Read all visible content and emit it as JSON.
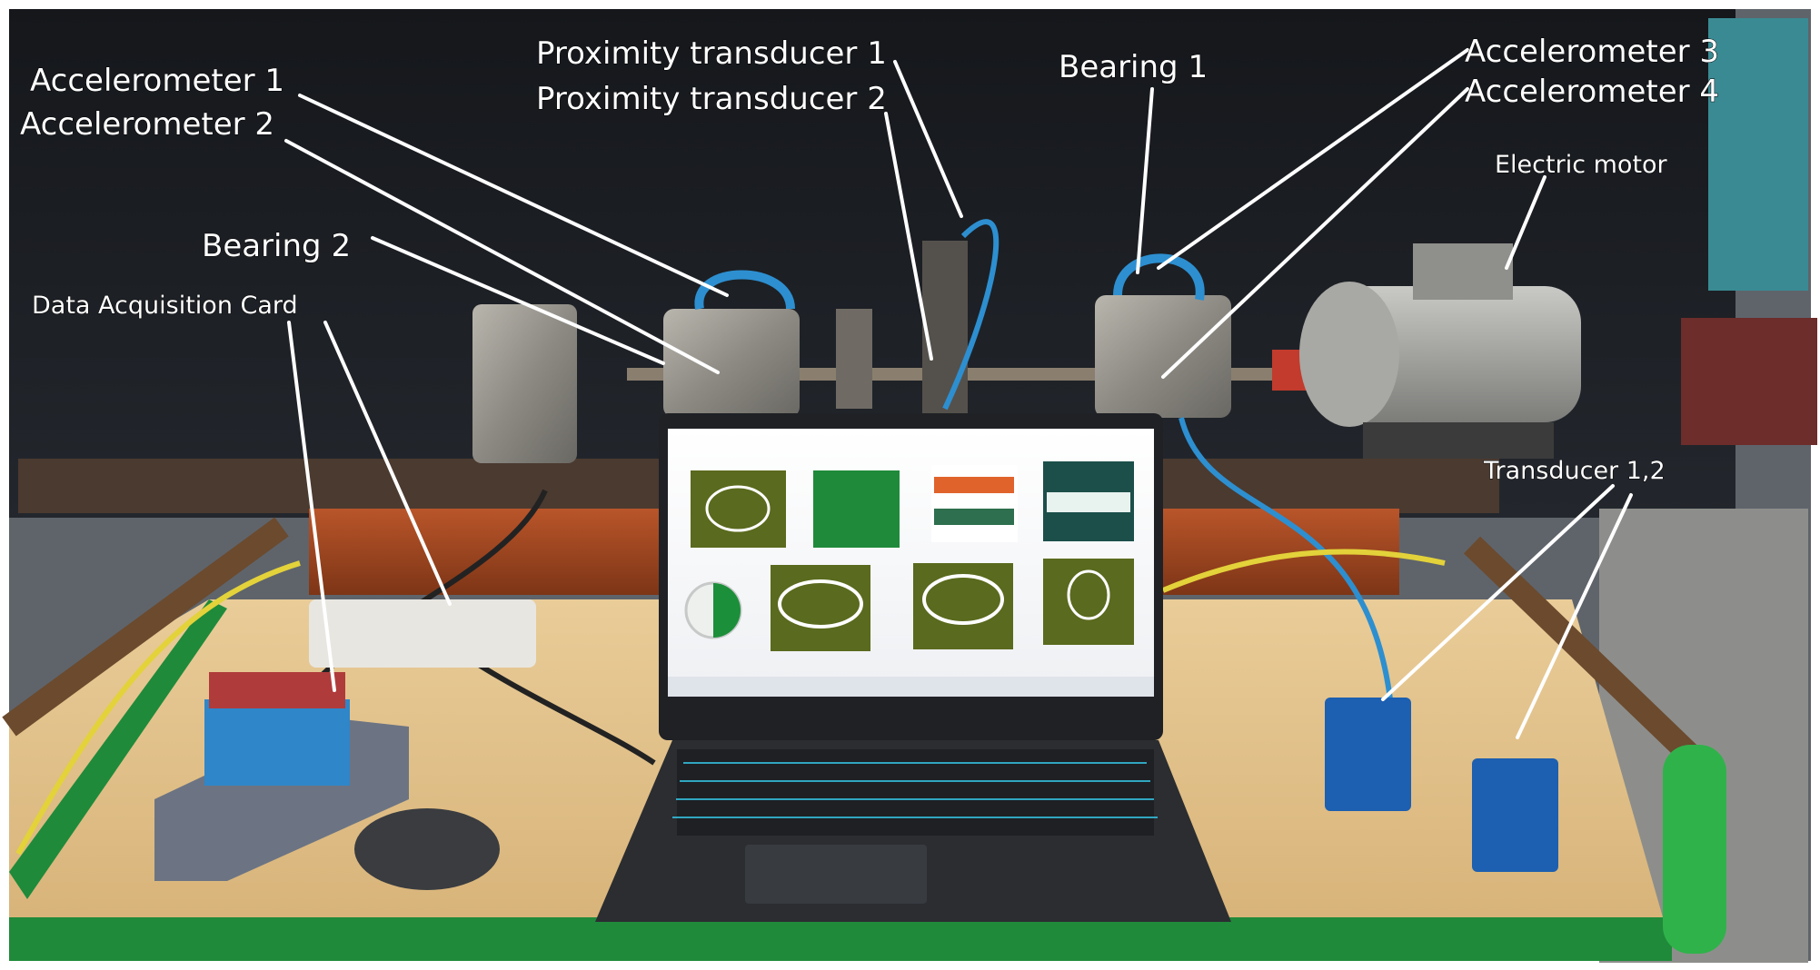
{
  "labels": {
    "accelerometer_1": "Accelerometer 1",
    "accelerometer_2": "Accelerometer 2",
    "accelerometer_3": "Accelerometer 3",
    "accelerometer_4": "Accelerometer 4",
    "proximity_transducer_1": "Proximity transducer 1",
    "proximity_transducer_2": "Proximity transducer 2",
    "bearing_1": "Bearing 1",
    "bearing_2": "Bearing 2",
    "electric_motor": "Electric motor",
    "data_acquisition_card": "Data Acquisition Card",
    "transducer_1_2": "Transducer 1,2"
  },
  "colors": {
    "backdrop": "#1b1e23",
    "table_top": "#e7c58e",
    "frame_green": "#1f8a3a",
    "laptop_body": "#2b2d31",
    "keyboard_glow": "#35c8e8",
    "screen_plot_bg": "#5a6a1e",
    "label_text": "#ffffff"
  },
  "icons": {
    "daq_card": "daq-card-icon",
    "mouse": "mouse-icon",
    "laptop": "laptop-icon",
    "motor": "electric-motor-icon"
  }
}
